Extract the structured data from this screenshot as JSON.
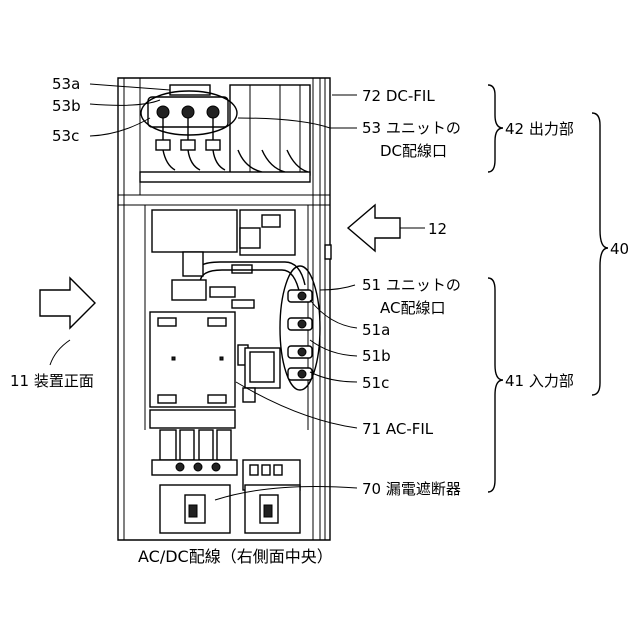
{
  "labels": {
    "l53a": "53a",
    "l53b": "53b",
    "l53c": "53c",
    "l72": "72 DC-FIL",
    "l53": "53 ユニットの",
    "l53_2": "DC配線口",
    "l42": "42 出力部",
    "l12": "12",
    "l40": "40",
    "l51": "51 ユニットの",
    "l51_2": "AC配線口",
    "l51a": "51a",
    "l51b": "51b",
    "l51c": "51c",
    "l41": "41 入力部",
    "l11": "11 装置正面",
    "l71": "71 AC-FIL",
    "l70": "70 漏電遮断器"
  },
  "caption": "AC/DC配線（右側面中央）"
}
